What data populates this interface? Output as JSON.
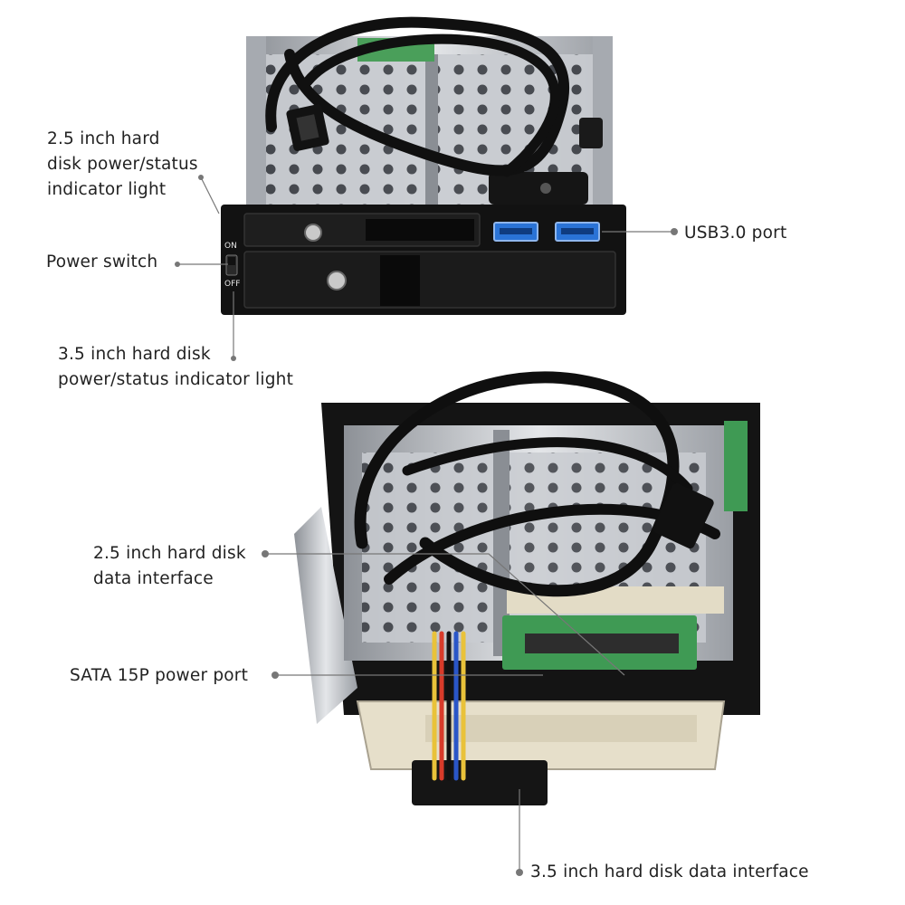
{
  "callouts": {
    "hdd25_light": "2.5 inch hard\ndisk power/status\nindicator light",
    "power_switch": "Power switch",
    "usb_port": "USB3.0 port",
    "hdd35_light": "3.5 inch hard disk\npower/status indicator light",
    "hdd25_data": "2.5 inch hard disk\ndata interface",
    "sata_power": "SATA 15P power port",
    "hdd35_data": "3.5 inch hard disk data interface"
  },
  "device_marks": {
    "switch_on": "ON",
    "switch_off": "OFF"
  },
  "colors": {
    "leader_line": "#777777",
    "bezel": "#121212",
    "steel": "#b9bcc1",
    "cable": "#101010",
    "usb_blue": "#2a73d6",
    "pcb_green": "#3f9a54",
    "bracket_cream": "#e6dfca"
  }
}
